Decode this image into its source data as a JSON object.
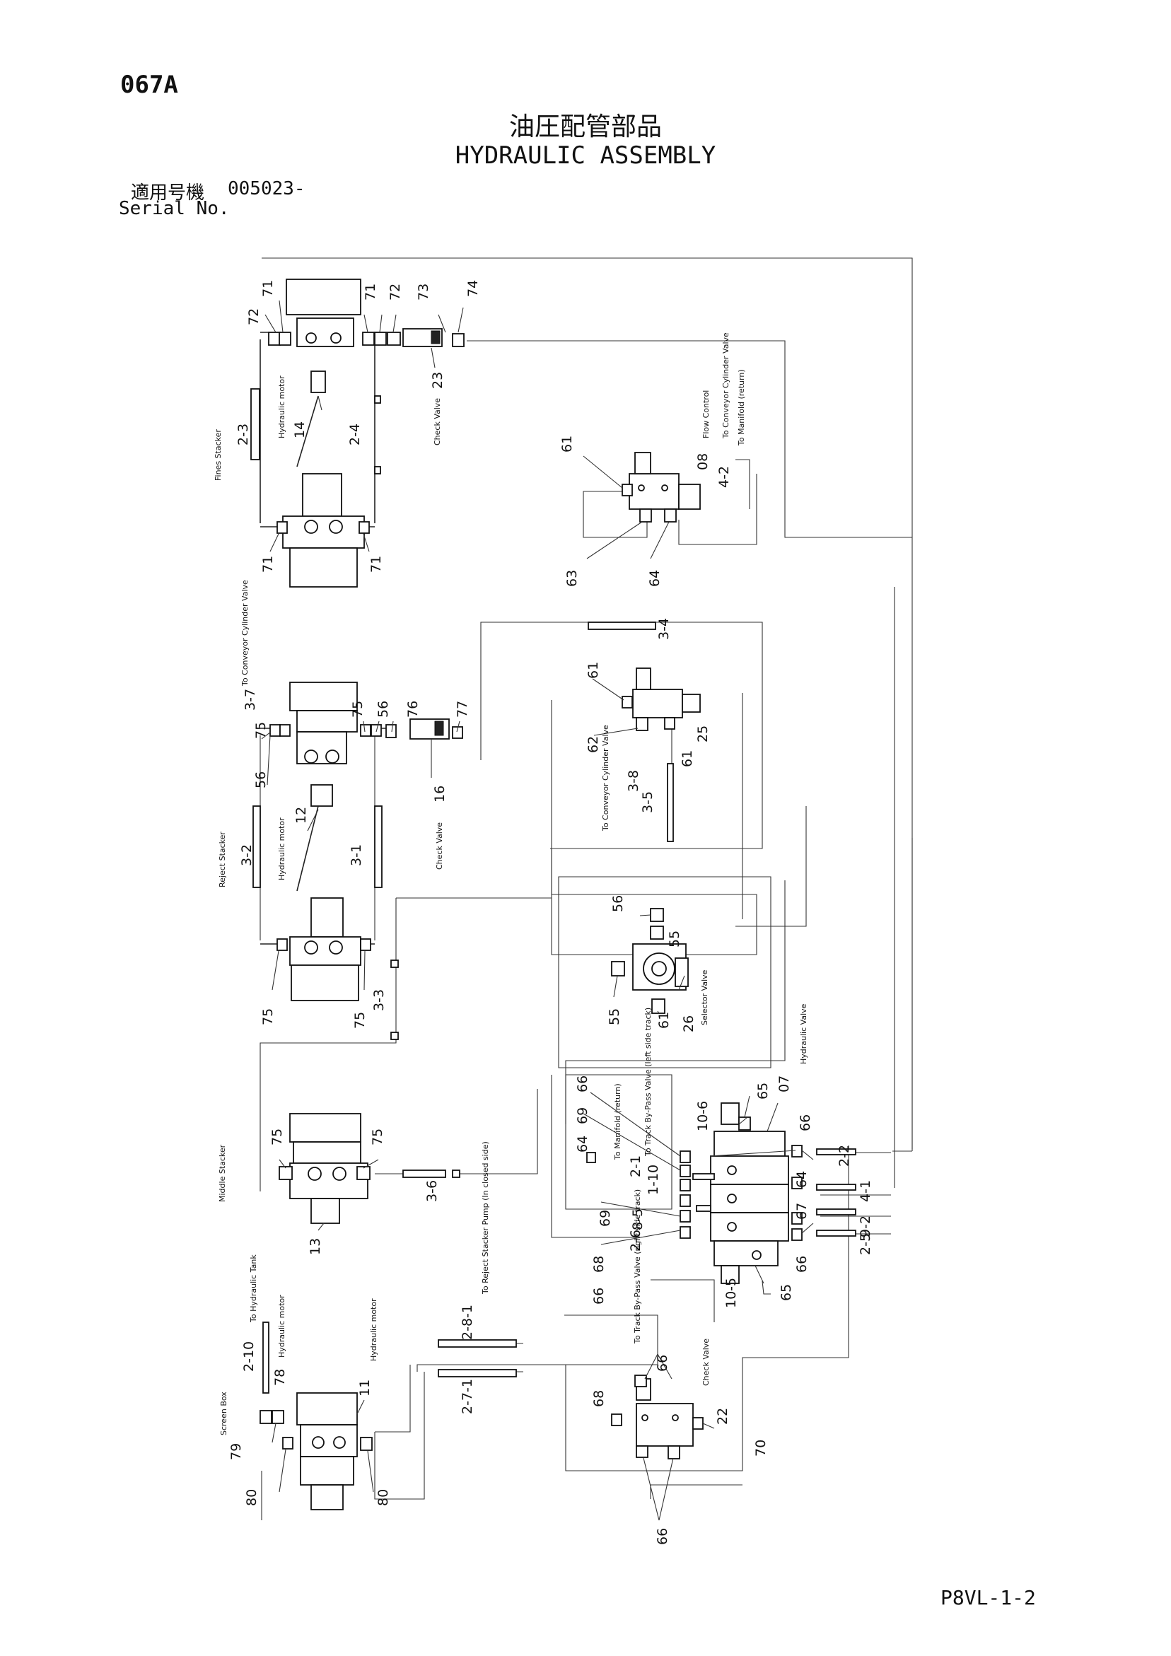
{
  "header": {
    "page_code": "067A",
    "title_jp": "油圧配管部品",
    "title_en": "HYDRAULIC ASSEMBLY",
    "serial_label_jp": "適用号機",
    "serial_number": "005023-",
    "serial_label_en": "Serial No."
  },
  "footer": {
    "page_ref": "P8VL-1-2"
  },
  "labels": {
    "fines_stacker": "Fines Stacker",
    "hyd_motor_a": "Hydraulic motor",
    "check_valve_a": "Check Valve",
    "flow_control": "Flow Control",
    "to_conveyor_cyl_a": "To Conveyor Cylinder Valve",
    "to_manifold": "To Manifold (return)",
    "to_conveyor_cyl_b": "To Conveyor Cylinder Valve",
    "reject_stacker": "Reject Stacker",
    "hyd_motor_b": "Hydraulic motor",
    "check_valve_b": "Check Valve",
    "to_conveyor_cyl_c": "To Conveyor Cylinder Valve",
    "selector_valve": "Selector Valve",
    "hydraulic_valve": "Hydraulic Valve",
    "to_manifold_return": "To Manifold (return)",
    "to_track_bypass_left": "To Track By-Pass Valve (left side track)",
    "to_track_bypass_right": "To Track By-Pass Valve (right side track)",
    "middle_stacker": "Middle Stacker",
    "to_reject_stacker_pump": "To Reject Stacker Pump (In closed side)",
    "to_hydraulic_tank": "To Hydraulic Tank",
    "hyd_motor_c": "Hydraulic motor",
    "hyd_motor_d": "Hydraulic motor",
    "screen_box": "Screen Box",
    "check_valve_c": "Check Valve"
  },
  "parts": {
    "p71a": "71",
    "p72a": "72",
    "p71b": "71",
    "p72b": "72",
    "p73": "73",
    "p74": "74",
    "p23": "23",
    "p14": "14",
    "h2_3": "2-3",
    "h2_4": "2-4",
    "p71c": "71",
    "p71d": "71",
    "p61a": "61",
    "p08": "08",
    "h4_2": "4-2",
    "p63": "63",
    "p64a": "64",
    "h3_4": "3-4",
    "p61b": "61",
    "p62": "62",
    "p25": "25",
    "p61c": "61",
    "h3_8": "3-8",
    "h3_5": "3-5",
    "h3_7": "3-7",
    "p75a": "75",
    "p56a": "56",
    "p76": "76",
    "p77": "77",
    "p56b": "56",
    "p75b": "75",
    "p16": "16",
    "p12": "12",
    "h3_2": "3-2",
    "h3_1": "3-1",
    "p75c": "75",
    "p75d": "75",
    "h3_3": "3-3",
    "p56c": "56",
    "p55a": "55",
    "p55b": "55",
    "p61d": "61",
    "p26": "26",
    "p66a": "66",
    "p69a": "69",
    "p64b": "64",
    "p65a": "65",
    "p07": "07",
    "h10_6": "10-6",
    "p66b": "66",
    "h2_2": "2-2",
    "h2_1": "2-1",
    "p64c": "64",
    "h4_1": "4-1",
    "h1_10": "1-10",
    "p67": "67",
    "h9_2": "9-2",
    "p69b": "69",
    "h8_5": "8-5",
    "h2_5": "2-5",
    "h2_6": "2-6",
    "p68a": "68",
    "p66c": "66",
    "p66d": "66",
    "p65b": "65",
    "h10_5": "10-5",
    "p75e": "75",
    "p75f": "75",
    "p13": "13",
    "h3_6": "3-6",
    "h2_8": "2-8-1",
    "h2_7": "2-7-1",
    "h2_10": "2-10",
    "p78": "78",
    "p11": "11",
    "p79": "79",
    "p80a": "80",
    "p80b": "80",
    "p66e": "66",
    "p68b": "68",
    "p22": "22",
    "p70": "70",
    "p66f": "66"
  }
}
